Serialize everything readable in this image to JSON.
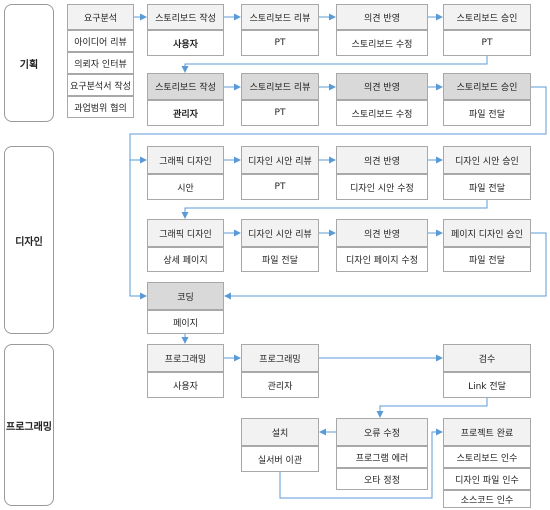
{
  "phases": {
    "planning": "기획",
    "design": "디자인",
    "programming": "프로그래밍"
  },
  "planning": {
    "req": {
      "title": "요구분석",
      "items": [
        "아이디어 리뷰",
        "의뢰자 인터뷰",
        "요구분석서 작성",
        "과업범위 협의"
      ]
    },
    "row1": [
      {
        "title": "스토리보드 작성",
        "sub": "사용자"
      },
      {
        "title": "스토리보드 리뷰",
        "sub": "PT"
      },
      {
        "title": "의견 반영",
        "sub": "스토리보드 수정"
      },
      {
        "title": "스토리보드 승인",
        "sub": "PT"
      }
    ],
    "row2": [
      {
        "title": "스토리보드 작성",
        "sub": "관리자"
      },
      {
        "title": "스토리보드 리뷰",
        "sub": "PT"
      },
      {
        "title": "의견 반영",
        "sub": "스토리보드 수정"
      },
      {
        "title": "스토리보드 승인",
        "sub": "파일 전달"
      }
    ]
  },
  "design": {
    "row1": [
      {
        "title": "그래픽 디자인",
        "sub": "시안"
      },
      {
        "title": "디자인 시안 리뷰",
        "sub": "PT"
      },
      {
        "title": "의견 반영",
        "sub": "디자인 시안 수정"
      },
      {
        "title": "디자인 시안 승인",
        "sub": "파일 전달"
      }
    ],
    "row2": [
      {
        "title": "그래픽 디자인",
        "sub": "상세 페이지"
      },
      {
        "title": "디자인 시안 리뷰",
        "sub": "파일 전달"
      },
      {
        "title": "의견 반영",
        "sub": "디자인 페이지 수정"
      },
      {
        "title": "페이지 디자인 승인",
        "sub": "파일 전달"
      }
    ]
  },
  "programming": {
    "coding": {
      "title": "코딩",
      "sub": "페이지"
    },
    "row1": [
      {
        "title": "프로그래밍",
        "sub": "사용자"
      },
      {
        "title": "프로그래밍",
        "sub": "관리자"
      },
      {
        "title": "검수",
        "sub": "Link 전달"
      }
    ],
    "install": {
      "title": "설치",
      "sub": "실서버 이관"
    },
    "fix": {
      "title": "오류 수정",
      "items": [
        "프로그램 에러",
        "오타 정정"
      ]
    },
    "complete": {
      "title": "프로젝트 완료",
      "items": [
        "스토리보드 인수",
        "디자인 파일 인수",
        "소스코드 인수"
      ]
    }
  }
}
